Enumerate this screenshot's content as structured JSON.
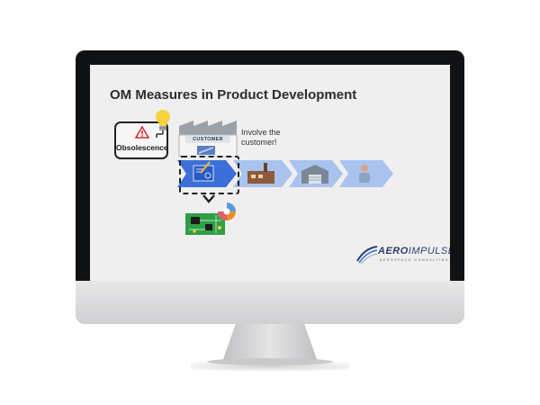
{
  "slide": {
    "title": "OM Measures in Product Development",
    "obsolescence_label": "Obsolescence",
    "customer_sign": "CUSTOMER",
    "involve_line1": "Involve the",
    "involve_line2": "customer!"
  },
  "logo": {
    "name_part1": "AERO",
    "name_part2": "IMPULSE",
    "tagline": "AEROSPACE CONSULTING"
  },
  "icons": [
    "warning-icon",
    "lightbulb-icon",
    "factory-icon",
    "design-blueprint-icon",
    "manufacturing-plant-icon",
    "warehouse-icon",
    "operator-icon",
    "chevron-down-icon",
    "circuit-board-icon",
    "gear-icon"
  ],
  "colors": {
    "chevron_primary": "#3c6fd8",
    "chevron_light": "#a9c3ee",
    "screen_bg": "#efefef",
    "bezel": "#111214",
    "warning_red": "#d32f2f",
    "bulb_yellow": "#f7d23e",
    "pcb_green": "#2f9e44"
  }
}
